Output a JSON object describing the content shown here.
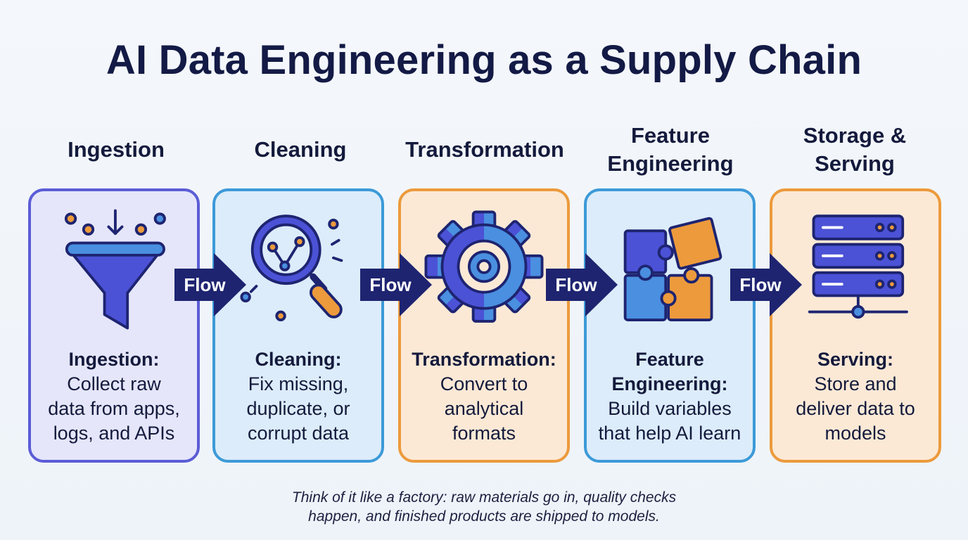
{
  "title": "AI Data Engineering as a Supply Chain",
  "stages": [
    {
      "heading": "Ingestion",
      "label": "Ingestion:",
      "text": "Collect raw\ndata from apps,\nlogs, and APIs",
      "icon": "funnel-icon"
    },
    {
      "heading": "Cleaning",
      "label": "Cleaning:",
      "text": "Fix missing,\nduplicate, or\ncorrupt data",
      "icon": "magnifier-icon"
    },
    {
      "heading": "Transformation",
      "label": "Transformation:",
      "text": "Convert to\nanalytical\nformats",
      "icon": "gear-icon"
    },
    {
      "heading": "Feature\nEngineering",
      "label": "Feature\nEngineering:",
      "text": "Build variables\nthat help AI learn",
      "icon": "puzzle-icon"
    },
    {
      "heading": "Storage &\nServing",
      "label": "Serving:",
      "text": "Store and\ndeliver data to\nmodels",
      "icon": "server-icon"
    }
  ],
  "arrows": [
    "Flow",
    "Flow",
    "Flow",
    "Flow"
  ],
  "footer": "Think of it like a factory: raw materials go in, quality checks\nhappen, and finished products are shipped to models.",
  "colors": {
    "navy": "#1e2470",
    "purple": "#5b5cd6",
    "blue": "#3d9ad8",
    "orange": "#ec9a3c"
  }
}
